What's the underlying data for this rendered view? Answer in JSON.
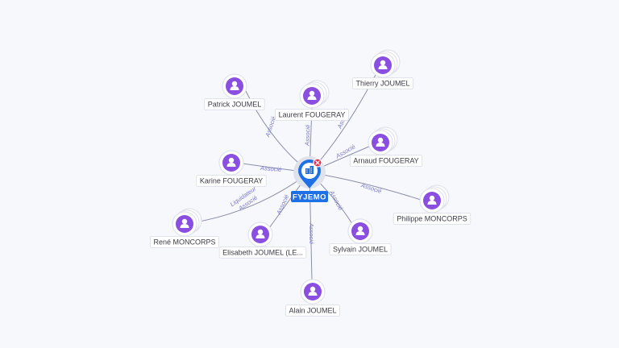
{
  "center": {
    "label": "FYJEMO",
    "icon": "building-icon",
    "badge_icon": "close-icon",
    "colors": {
      "primary": "#1f6fe5",
      "badge": "#e02b4a"
    }
  },
  "person_color": "#8a4fe0",
  "nodes": [
    {
      "id": "patrick",
      "label": "Patrick JOUMEL",
      "edge_label": "Associé",
      "stacked": false
    },
    {
      "id": "laurent",
      "label": "Laurent FOUGERAY",
      "edge_label": "Associé",
      "stacked": true
    },
    {
      "id": "thierry",
      "label": "Thierry JOUMEL",
      "edge_label": "Associé",
      "stacked": true
    },
    {
      "id": "arnaud",
      "label": "Arnaud FOUGERAY",
      "edge_label": "Associé",
      "stacked": true
    },
    {
      "id": "karine",
      "label": "Karine FOUGERAY",
      "edge_label": "Associé",
      "stacked": false
    },
    {
      "id": "philippe",
      "label": "Philippe MONCORPS",
      "edge_label": "Associé",
      "stacked": true
    },
    {
      "id": "rene",
      "label": "René MONCORPS",
      "edge_label": "Liquidateur",
      "edge_label2": "Associé",
      "stacked": true
    },
    {
      "id": "elisabeth",
      "label": "Elisabeth JOUMEL (LE...",
      "edge_label": "Associé",
      "stacked": false
    },
    {
      "id": "sylvain",
      "label": "Sylvain JOUMEL",
      "edge_label": "Associé",
      "stacked": false
    },
    {
      "id": "alain",
      "label": "Alain JOUMEL",
      "edge_label": "Associé",
      "stacked": false
    }
  ]
}
